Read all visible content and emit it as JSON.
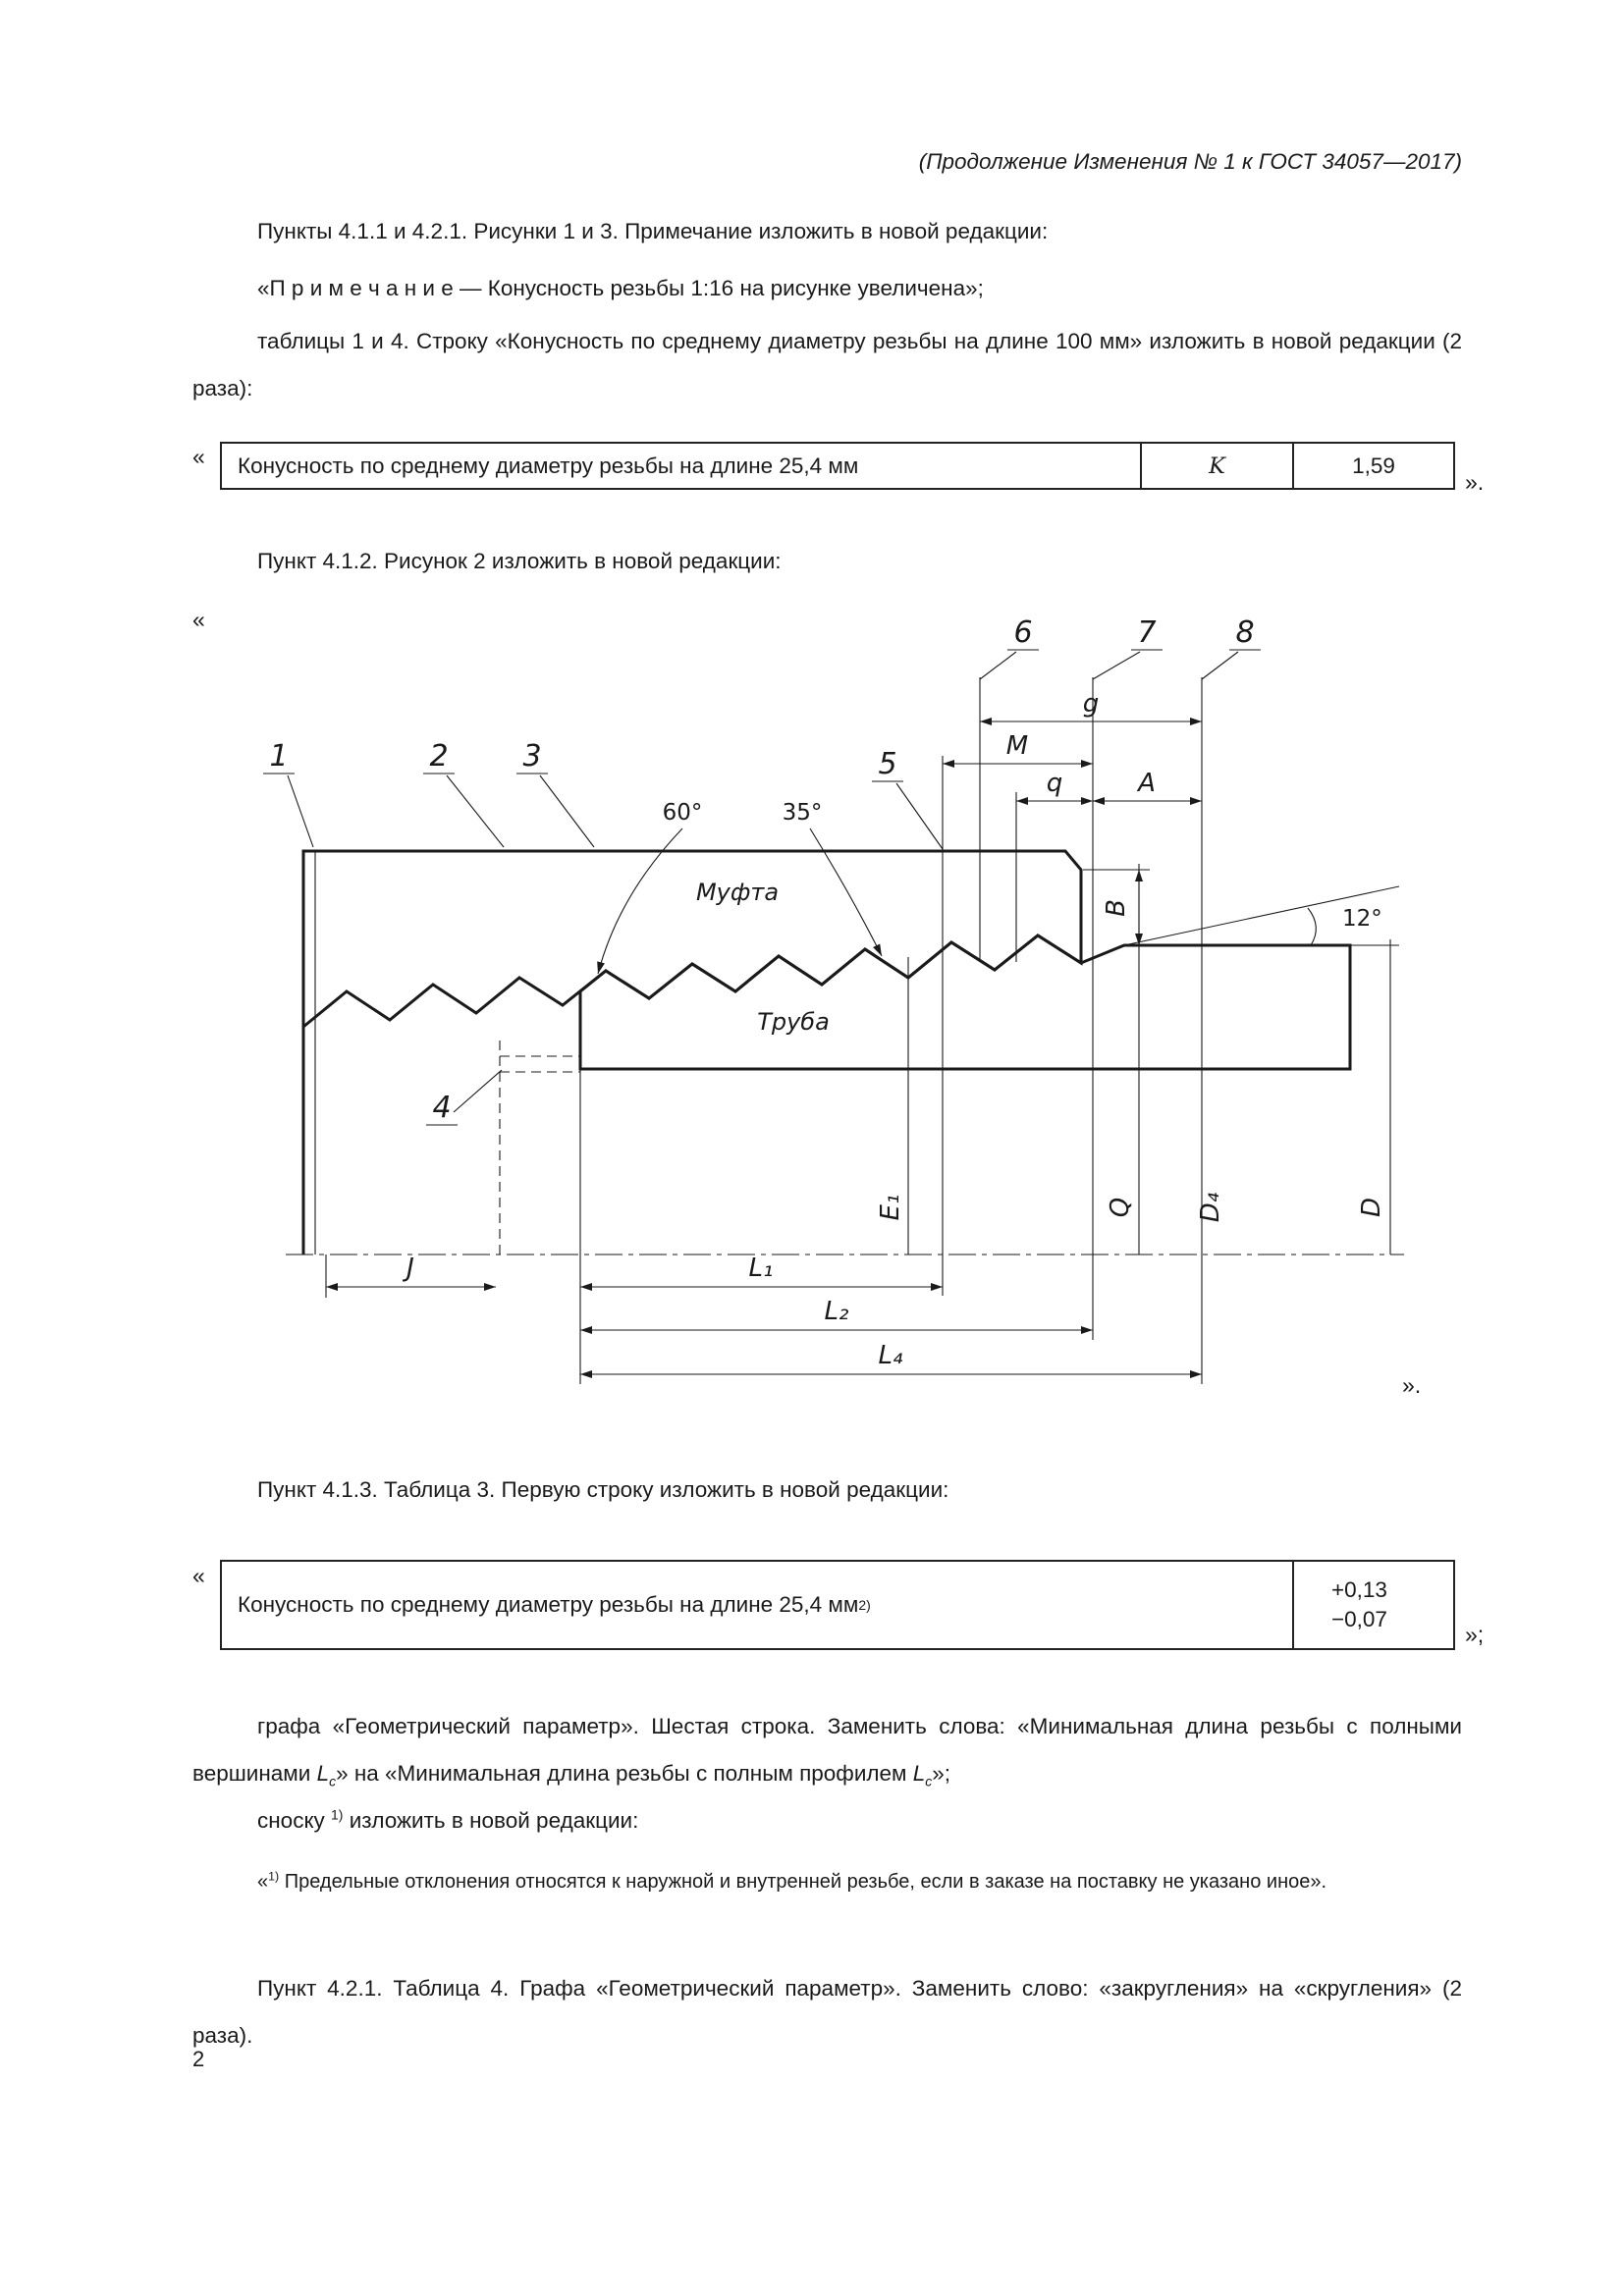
{
  "page": {
    "number": "2"
  },
  "header": {
    "note": "(Продолжение Изменения № 1 к ГОСТ 34057—2017)"
  },
  "paragraphs": {
    "p1": "Пункты 4.1.1 и 4.2.1. Рисунки 1 и 3. Примечание изложить в новой редакции:",
    "p2": "«П р и м е ч а н и е — Конусность резьбы 1:16 на рисунке увеличена»;",
    "p3": "таблицы 1 и 4. Строку «Конусность по среднему диаметру резьбы на длине 100 мм» изложить в новой редакции (2 раза):",
    "p4": "Пункт 4.1.2. Рисунок 2 изложить в новой редакции:",
    "p5": "Пункт 4.1.3. Таблица 3. Первую строку изложить в новой редакции:",
    "p6_seg1": "графа «Геометрический параметр». Шестая строка. Заменить слова: «Минимальная длина резьбы с полными вершинами ",
    "p6_L": "L",
    "p6_sub": "c",
    "p6_seg2": "» на «Минимальная длина резьбы с полным профилем ",
    "p6_seg3": "»;",
    "p7_pre": "сноску ",
    "p7_sup": "1)",
    "p7_post": " изложить в новой редакции:",
    "footnote_open": "«",
    "footnote_sup": "1)",
    "footnote_text": " Предельные отклонения относятся к наружной и внутренней резьбе, если в заказе на поставку не указано иное».",
    "p8": "Пункт 4.2.1. Таблица 4. Графа «Геометрический параметр». Заменить слово: «закругления» на «скругления» (2 раза)."
  },
  "table1": {
    "open": "«",
    "close": "».",
    "col1": "Конусность по среднему диаметру резьбы на длине 25,4 мм",
    "col2": "K",
    "col3": "1,59"
  },
  "table2": {
    "open": "«",
    "close": "»;",
    "col1": "Конусность по среднему диаметру резьбы на длине 25,4 мм ",
    "col1_sup": "2)",
    "tol_plus": "+0,13",
    "tol_minus": "−0,07"
  },
  "figure": {
    "open_quote": "«",
    "close_quote": "».",
    "callouts": [
      "1",
      "2",
      "3",
      "4",
      "5",
      "6",
      "7",
      "8"
    ],
    "angles": {
      "a60": "60°",
      "a35": "35°",
      "a12": "12°"
    },
    "dims": {
      "g": "g",
      "M": "M",
      "q": "q",
      "A": "A",
      "B": "B",
      "E1": "E₁",
      "Q": "Q",
      "D4": "D₄",
      "D": "D",
      "J": "J",
      "L1": "L₁",
      "L2": "L₂",
      "L4": "L₄"
    },
    "parts": {
      "coupling": "Муфта",
      "pipe": "Труба"
    }
  }
}
